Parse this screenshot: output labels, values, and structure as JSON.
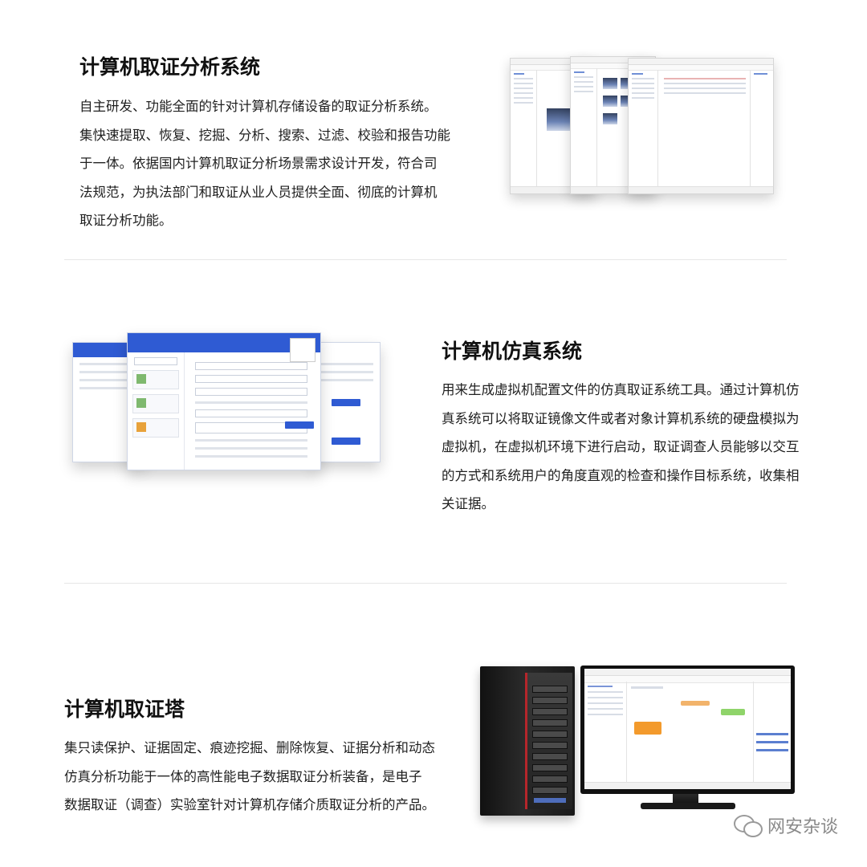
{
  "sections": [
    {
      "title": "计算机取证分析系统",
      "lines": [
        "自主研发、功能全面的针对计算机存储设备的取证分析系统。",
        "集快速提取、恢复、挖掘、分析、搜索、过滤、校验和报告功能",
        "于一体。依据国内计算机取证分析场景需求设计开发，符合司",
        "法规范，为执法部门和取证从业人员提供全面、彻底的计算机",
        "取证分析功能。"
      ]
    },
    {
      "title": "计算机仿真系统",
      "lines": [
        "用来生成虚拟机配置文件的仿真取证系统工具。通过计算机仿",
        "真系统可以将取证镜像文件或者对象计算机系统的硬盘模拟为",
        "虚拟机，在虚拟机环境下进行启动，取证调查人员能够以交互",
        "的方式和系统用户的角度直观的检查和操作目标系统，收集相",
        "关证据。"
      ]
    },
    {
      "title": "计算机取证塔",
      "lines": [
        "集只读保护、证据固定、痕迹挖掘、删除恢复、证据分析和动态",
        "仿真分析功能于一体的高性能电子数据取证分析装备，是电子",
        "数据取证（调查）实验室针对计算机存储介质取证分析的产品。"
      ]
    }
  ],
  "watermark": {
    "text": "网安杂谈",
    "icon": "wechat-icon"
  }
}
